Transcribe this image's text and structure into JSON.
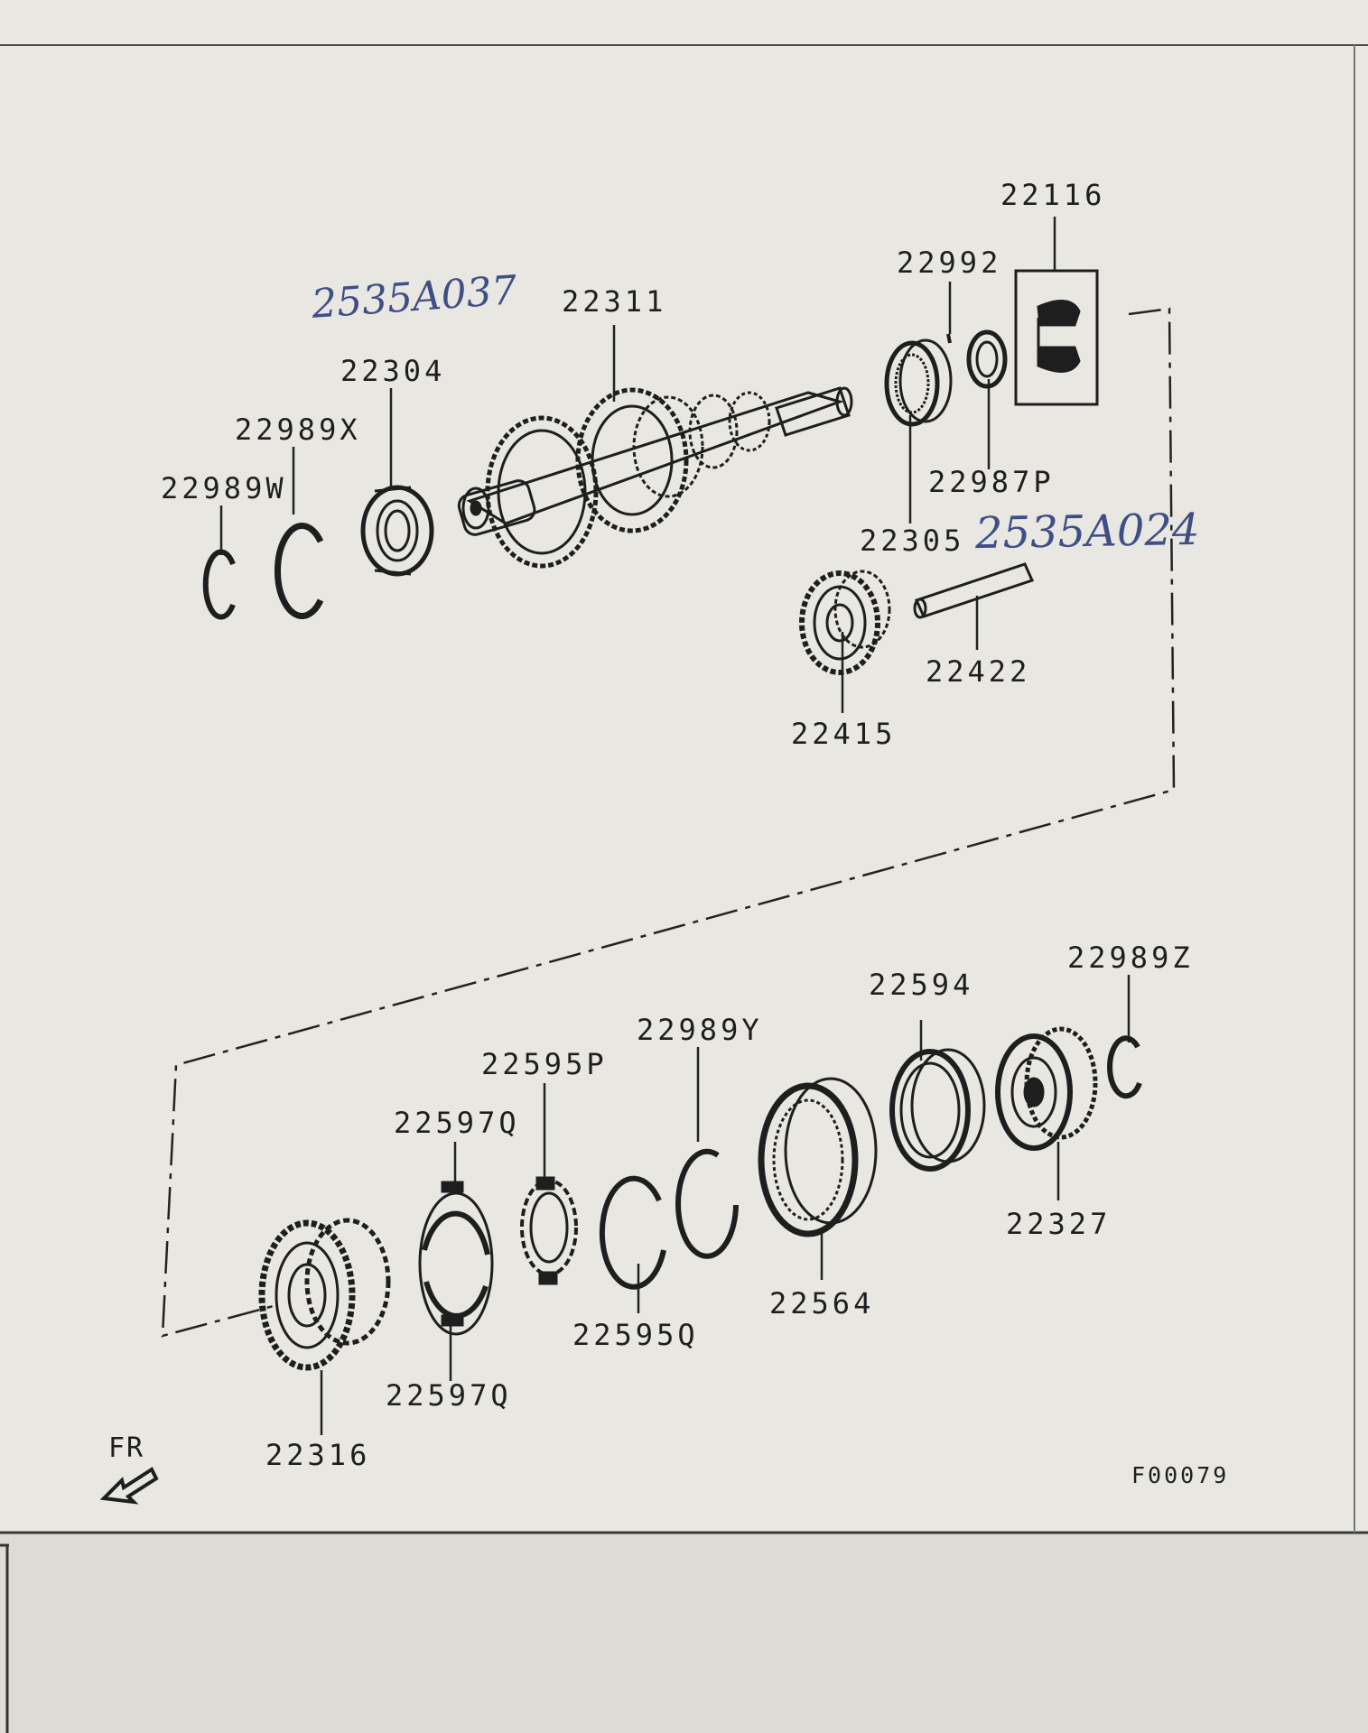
{
  "figure_code": "F00079",
  "front_marker": "FR",
  "handwritten_notes": [
    "2535A037",
    "2535A024"
  ],
  "parts": {
    "p22116": "22116",
    "p22992": "22992",
    "p22311": "22311",
    "p22304": "22304",
    "p22989X": "22989X",
    "p22989W": "22989W",
    "p22987P": "22987P",
    "p22305": "22305",
    "p22422": "22422",
    "p22415": "22415",
    "p22989Z": "22989Z",
    "p22594": "22594",
    "p22989Y": "22989Y",
    "p22595P": "22595P",
    "p22597Q_top": "22597Q",
    "p22564": "22564",
    "p22327": "22327",
    "p22595Q": "22595Q",
    "p22597Q_bottom": "22597Q",
    "p22316": "22316"
  },
  "colors": {
    "paper": "#e9e8e3",
    "ink": "#1e1e1e",
    "pen": "#3f4f86",
    "shadow": "#d9d8d2"
  }
}
